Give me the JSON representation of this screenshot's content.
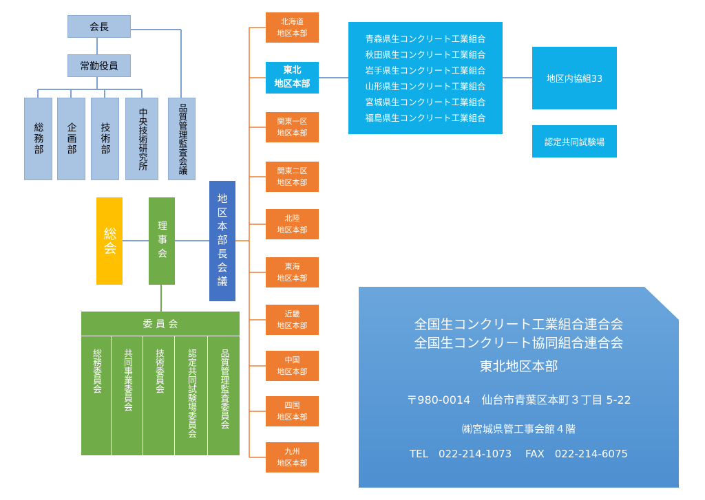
{
  "top": {
    "chairman": "会長",
    "directors": "常勤役員",
    "departments": [
      "総務部",
      "企画部",
      "技術部",
      "中央技術研究所"
    ],
    "audit": "品質管理監査会議"
  },
  "assembly": "総会",
  "board": "理事会",
  "regional_council": "地区本部長会議",
  "committee": {
    "title": "委 員 会",
    "members": [
      "総務委員会",
      "共同事業委員会",
      "技術委員会",
      "認定共同試験場委員会",
      "品質管理監査委員会"
    ]
  },
  "regions": [
    {
      "line1": "北海道",
      "line2": "地区本部"
    },
    {
      "line1": "東北",
      "line2": "地区本部"
    },
    {
      "line1": "関東一区",
      "line2": "地区本部"
    },
    {
      "line1": "関東二区",
      "line2": "地区本部"
    },
    {
      "line1": "北陸",
      "line2": "地区本部"
    },
    {
      "line1": "東海",
      "line2": "地区本部"
    },
    {
      "line1": "近畿",
      "line2": "地区本部"
    },
    {
      "line1": "中国",
      "line2": "地区本部"
    },
    {
      "line1": "四国",
      "line2": "地区本部"
    },
    {
      "line1": "九州",
      "line2": "地区本部"
    }
  ],
  "tohoku_unions": [
    "青森県生コンクリート工業組合",
    "秋田県生コンクリート工業組合",
    "岩手県生コンクリート工業組合",
    "山形県生コンクリート工業組合",
    "宮城県生コンクリート工業組合",
    "福島県生コンクリート工業組合"
  ],
  "local_unions": "地区内協組33",
  "test_lab": "認定共同試験場",
  "hq": {
    "name1": "全国生コンクリート工業組合連合会",
    "name2": "全国生コンクリート協同組合連合会",
    "branch": "東北地区本部",
    "address": "〒980-0014　仙台市青葉区本町３丁目 5-22",
    "building": "㈱宮城県管工事会館４階",
    "phone": "TEL　022-214-1073　 FAX　022-214-6075"
  },
  "colors": {
    "light_blue": "#a9c3e3",
    "orange": "#ee7d31",
    "cyan": "#10aee8",
    "green": "#70ac47",
    "yellow": "#ffc000",
    "navy": "#4472c4",
    "hq_blue": "#5b9bd5"
  }
}
